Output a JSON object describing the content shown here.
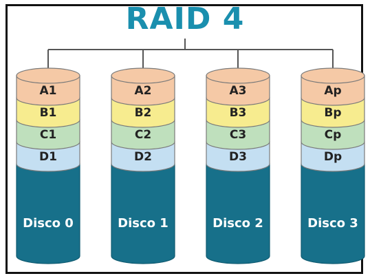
{
  "title": "RAID 4",
  "colors": {
    "title": "#1a8fae",
    "connector": "#555555",
    "frame": "#111111",
    "disk_body": "#17708a",
    "disk_body_dark": "#0f5a70",
    "row_a": "#f5c9a6",
    "row_b": "#f7ec8f",
    "row_c": "#bfe0bd",
    "row_d": "#c4dff2",
    "block_stroke": "#7a7a7a"
  },
  "disks": [
    {
      "label": "Disco 0",
      "blocks": [
        "A1",
        "B1",
        "C1",
        "D1"
      ]
    },
    {
      "label": "Disco 1",
      "blocks": [
        "A2",
        "B2",
        "C2",
        "D2"
      ]
    },
    {
      "label": "Disco 2",
      "blocks": [
        "A3",
        "B3",
        "C3",
        "D3"
      ]
    },
    {
      "label": "Disco 3",
      "blocks": [
        "Ap",
        "Bp",
        "Cp",
        "Dp"
      ]
    }
  ]
}
